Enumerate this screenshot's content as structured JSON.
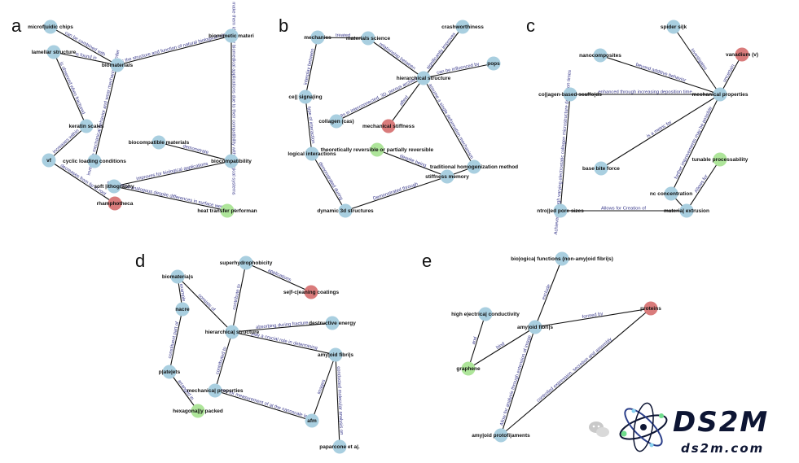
{
  "colors": {
    "default_node": "#a9cfe0",
    "red_node": "#d97b7b",
    "green_node": "#aee59a",
    "edge": "#111111",
    "edge_label": "#3a3a8c"
  },
  "panels": [
    {
      "letter": "a",
      "nodes": [
        {
          "id": "microfluidic",
          "label": "microf|uidic chips",
          "color": "default"
        },
        {
          "id": "lamellar",
          "label": "lamellar structure",
          "color": "default"
        },
        {
          "id": "biomaterials",
          "label": "biomaterials",
          "color": "default"
        },
        {
          "id": "biomimetic",
          "label": "biomimetic materi",
          "color": "default"
        },
        {
          "id": "keratin",
          "label": "keratin scales",
          "color": "default"
        },
        {
          "id": "vf",
          "label": "vf",
          "color": "default"
        },
        {
          "id": "cyclic",
          "label": "cyclic loading conditions",
          "color": "default"
        },
        {
          "id": "biocompmat",
          "label": "biocompatible materials",
          "color": "default"
        },
        {
          "id": "biocompat",
          "label": "biocompatibility",
          "color": "default"
        },
        {
          "id": "softlith",
          "label": "soft |ithography",
          "color": "default"
        },
        {
          "id": "rhamph",
          "label": "rhamphotheca",
          "color": "red"
        },
        {
          "id": "heat",
          "label": "heat transfer performan",
          "color": "green"
        }
      ],
      "edges": [
        {
          "from": "microfluidic",
          "to": "biomaterials",
          "label": "can be combined with"
        },
        {
          "from": "lamellar",
          "to": "biomaterials",
          "label": "is found in"
        },
        {
          "from": "biomaterials",
          "to": "biomimetic",
          "label": "mimic the structure and function of natural biological systems"
        },
        {
          "from": "lamellar",
          "to": "keratin",
          "label": "is observed when fractured"
        },
        {
          "from": "biomaterials",
          "to": "cyclic",
          "label": "investigate mechanical behavior and wear mechanisms under"
        },
        {
          "from": "keratin",
          "to": "vf",
          "label": "increases within"
        },
        {
          "from": "biomimetic",
          "to": "biocompat",
          "label": "make them ideal for biomedical applications due to their compatibility with biological systems"
        },
        {
          "from": "biocompmat",
          "to": "biocompat",
          "label": "demonstrate"
        },
        {
          "from": "softlith",
          "to": "biocompat",
          "label": "improves for biological applications"
        },
        {
          "from": "vf",
          "to": "rhamph",
          "label": "decreases from tip to root"
        },
        {
          "from": "softlith",
          "to": "heat",
          "label": "considered analogous despite differences in surface wettability"
        }
      ]
    },
    {
      "letter": "b",
      "nodes": [
        {
          "id": "mechanics",
          "label": "mechanics",
          "color": "default"
        },
        {
          "id": "matsci",
          "label": "materials science",
          "color": "default"
        },
        {
          "id": "crash",
          "label": "crashworthiness",
          "color": "default"
        },
        {
          "id": "pops",
          "label": "pops",
          "color": "default"
        },
        {
          "id": "hier",
          "label": "hierarchical structure",
          "color": "default"
        },
        {
          "id": "cellsig",
          "label": "ce|| signa|ing",
          "color": "default"
        },
        {
          "id": "collagen",
          "label": "collagen (cas)",
          "color": "default"
        },
        {
          "id": "mechstiff",
          "label": "mechanical stiffness",
          "color": "red"
        },
        {
          "id": "theor",
          "label": "theoretically reversible or partially reversible",
          "color": "green"
        },
        {
          "id": "logical",
          "label": "logical interactions",
          "color": "default"
        },
        {
          "id": "tradhom",
          "label": "traditional homogenization method",
          "color": "default"
        },
        {
          "id": "stiffmem",
          "label": "stiffness memory",
          "color": "default"
        },
        {
          "id": "dyn3d",
          "label": "dynamic 3d structures",
          "color": "default"
        }
      ],
      "edges": [
        {
          "from": "mechanics",
          "to": "matsci",
          "label": "treated"
        },
        {
          "from": "matsci",
          "to": "hier",
          "label": "relationship between"
        },
        {
          "from": "crash",
          "to": "hier",
          "label": "significantly improves"
        },
        {
          "from": "hier",
          "to": "pops",
          "label": "can be influenced by"
        },
        {
          "from": "mechanics",
          "to": "cellsig",
          "label": "interplay between"
        },
        {
          "from": "collagen",
          "to": "hier",
          "label": "results in interconnected, 3D, porous architecture"
        },
        {
          "from": "hier",
          "to": "mechstiff",
          "label": "affect"
        },
        {
          "from": "hier",
          "to": "tradhom",
          "label": "assume a single deformation mechanism"
        },
        {
          "from": "cellsig",
          "to": "logical",
          "label": "type of interaction"
        },
        {
          "from": "theor",
          "to": "stiffmem",
          "label": "despite being"
        },
        {
          "from": "logical",
          "to": "dyn3d",
          "label": "demonstrated during"
        },
        {
          "from": "stiffmem",
          "to": "dyn3d",
          "label": "Demonstrated through"
        },
        {
          "from": "stiffmem",
          "to": "tradhom",
          "label": ""
        }
      ]
    },
    {
      "letter": "c",
      "nodes": [
        {
          "id": "spider",
          "label": "spider si|k",
          "color": "default"
        },
        {
          "id": "vanadium",
          "label": "vanadium (v)",
          "color": "red"
        },
        {
          "id": "nanocomp",
          "label": "nanocomposites",
          "color": "default"
        },
        {
          "id": "collscaf",
          "label": "co||agen-based scaffo|ds",
          "color": "default"
        },
        {
          "id": "mechprop",
          "label": "mechanical properties",
          "color": "default"
        },
        {
          "id": "tunable",
          "label": "tunable processability",
          "color": "green"
        },
        {
          "id": "basebite",
          "label": "base bite force",
          "color": "default"
        },
        {
          "id": "ncconc",
          "label": "nc concentration",
          "color": "default"
        },
        {
          "id": "ctrlpore",
          "label": "ntro||ed pore sizes",
          "color": "default"
        },
        {
          "id": "extrusion",
          "label": "materia| extrusion",
          "color": "default"
        }
      ],
      "edges": [
        {
          "from": "spider",
          "to": "mechprop",
          "label": "investigates"
        },
        {
          "from": "vanadium",
          "to": "mechprop",
          "label": "uncertain"
        },
        {
          "from": "nanocomp",
          "to": "mechprop",
          "label": "beyond additive behavior"
        },
        {
          "from": "collscaf",
          "to": "mechprop",
          "label": "enhanced through increasing deposition time"
        },
        {
          "from": "basebite",
          "to": "mechprop",
          "label": "is a metric for"
        },
        {
          "from": "ncconc",
          "to": "mechprop",
          "label": "further improvements may be possible"
        },
        {
          "from": "collscaf",
          "to": "ctrlpore",
          "label": "Achieved through varying electrostatic collagen microstructure deposition times"
        },
        {
          "from": "ctrlpore",
          "to": "extrusion",
          "label": "Allows for Creation of"
        },
        {
          "from": "tunable",
          "to": "extrusion",
          "label": "Allows for"
        },
        {
          "from": "ncconc",
          "to": "extrusion",
          "label": ""
        }
      ]
    },
    {
      "letter": "d",
      "nodes": [
        {
          "id": "superhyd",
          "label": "superhydrophobicity",
          "color": "default"
        },
        {
          "id": "biomat",
          "label": "biomateria|s",
          "color": "default"
        },
        {
          "id": "selfclean",
          "label": "se|f-c|eaning coatings",
          "color": "red"
        },
        {
          "id": "nacre",
          "label": "nacre",
          "color": "default"
        },
        {
          "id": "destruct",
          "label": "destructive energy",
          "color": "default"
        },
        {
          "id": "hier",
          "label": "hierarchica| structure",
          "color": "default"
        },
        {
          "id": "amyloid",
          "label": "amy|oid fibri|s",
          "color": "default"
        },
        {
          "id": "platelets",
          "label": "p|ate|ets",
          "color": "default"
        },
        {
          "id": "mechprop",
          "label": "mechanica| properties",
          "color": "default"
        },
        {
          "id": "hexpack",
          "label": "hexagona||y packed",
          "color": "green"
        },
        {
          "id": "afm",
          "label": "afm",
          "color": "default"
        },
        {
          "id": "paparcone",
          "label": "paparcone et a|.",
          "color": "default"
        }
      ],
      "edges": [
        {
          "from": "superhyd",
          "to": "selfclean",
          "label": "applications"
        },
        {
          "from": "superhyd",
          "to": "hier",
          "label": "contribute to"
        },
        {
          "from": "biomat",
          "to": "hier",
          "label": "consists of"
        },
        {
          "from": "biomat",
          "to": "nacre",
          "label": "example"
        },
        {
          "from": "nacre",
          "to": "platelets",
          "label": "constituent part of"
        },
        {
          "from": "hier",
          "to": "destruct",
          "label": "absorbing during fracture"
        },
        {
          "from": "hier",
          "to": "amyloid",
          "label": "play a crucial role in determining"
        },
        {
          "from": "hier",
          "to": "mechprop",
          "label": "contributed to"
        },
        {
          "from": "platelets",
          "to": "hexpack",
          "label": "arranged in"
        },
        {
          "from": "mechprop",
          "to": "afm",
          "label": "allows for measurement of at the nanoscale level"
        },
        {
          "from": "amyloid",
          "to": "afm",
          "label": "images"
        },
        {
          "from": "amyloid",
          "to": "paparcone",
          "label": "conducted molecular analysis on"
        }
      ]
    },
    {
      "letter": "e",
      "nodes": [
        {
          "id": "biofunc",
          "label": "bio|ogica| functions (non-amy|oid fibri|s)",
          "color": "default"
        },
        {
          "id": "highcond",
          "label": "high e|ectrica| conductivity",
          "color": "default"
        },
        {
          "id": "amyloid",
          "label": "amy|oid fibri|s",
          "color": "default"
        },
        {
          "id": "proteins",
          "label": "proteins",
          "color": "red"
        },
        {
          "id": "graphene",
          "label": "graphene",
          "color": "green"
        },
        {
          "id": "protofil",
          "label": "amy|oid protofi|aments",
          "color": "default"
        }
      ],
      "edges": [
        {
          "from": "biofunc",
          "to": "amyloid",
          "label": "exclude"
        },
        {
          "from": "highcond",
          "to": "graphene",
          "label": "and"
        },
        {
          "from": "amyloid",
          "to": "graphene",
          "label": "bind"
        },
        {
          "from": "amyloid",
          "to": "proteins",
          "label": "formed by"
        },
        {
          "from": "amyloid",
          "to": "protofil",
          "label": "Allow for analysis through extension of image"
        },
        {
          "from": "proteins",
          "to": "protofil",
          "label": "controlled expression, secretion and assembly"
        }
      ]
    }
  ],
  "watermark": {
    "title": "DS2M",
    "subtitle": "ds2m.com",
    "icon": "wechat-icon"
  }
}
